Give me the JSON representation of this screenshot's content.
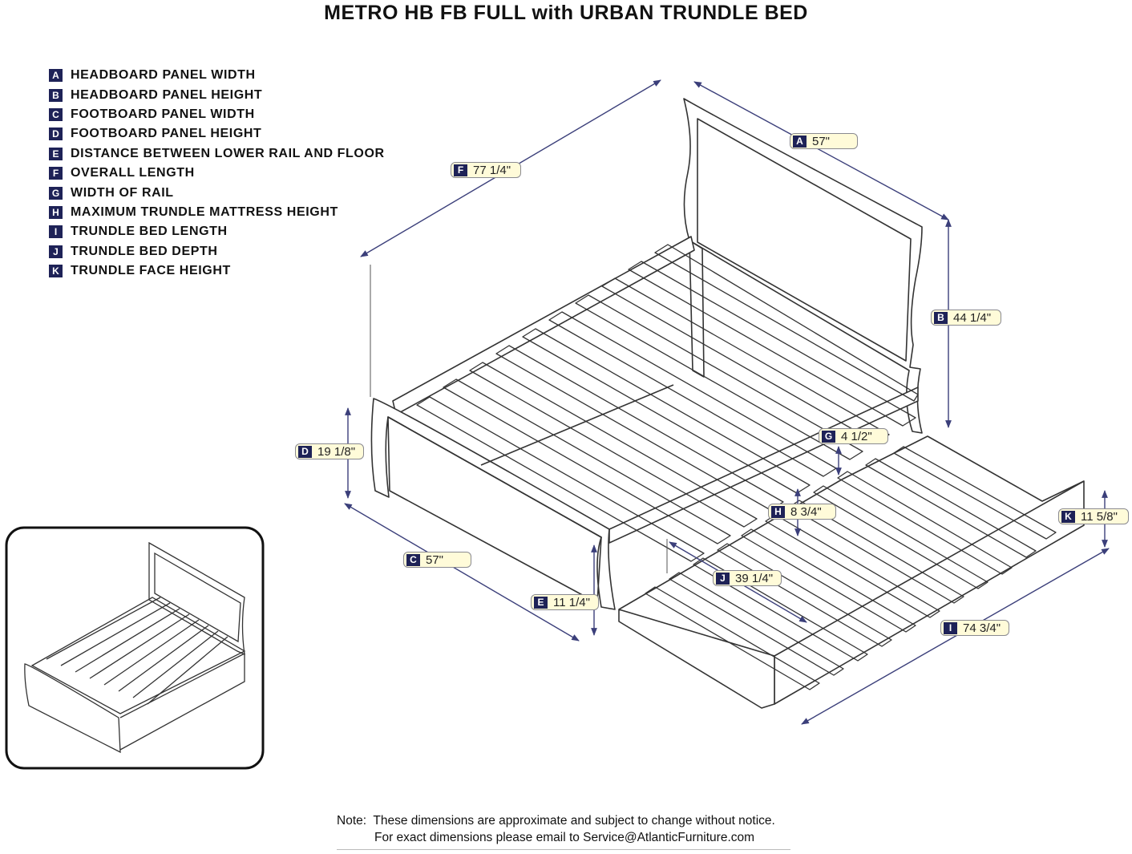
{
  "title": "METRO HB FB FULL with URBAN TRUNDLE BED",
  "legend": [
    {
      "letter": "A",
      "text": "HEADBOARD PANEL WIDTH"
    },
    {
      "letter": "B",
      "text": "HEADBOARD PANEL HEIGHT"
    },
    {
      "letter": "C",
      "text": "FOOTBOARD PANEL WIDTH"
    },
    {
      "letter": "D",
      "text": "FOOTBOARD PANEL HEIGHT"
    },
    {
      "letter": "E",
      "text": "DISTANCE BETWEEN LOWER RAIL AND FLOOR"
    },
    {
      "letter": "F",
      "text": "OVERALL LENGTH"
    },
    {
      "letter": "G",
      "text": "WIDTH OF RAIL"
    },
    {
      "letter": "H",
      "text": "MAXIMUM TRUNDLE MATTRESS HEIGHT"
    },
    {
      "letter": "I",
      "text": "TRUNDLE BED LENGTH"
    },
    {
      "letter": "J",
      "text": "TRUNDLE BED DEPTH"
    },
    {
      "letter": "K",
      "text": "TRUNDLE FACE HEIGHT"
    }
  ],
  "dimensions": {
    "A": {
      "letter": "A",
      "value": "57\""
    },
    "B": {
      "letter": "B",
      "value": "44 1/4\""
    },
    "C": {
      "letter": "C",
      "value": "57\""
    },
    "D": {
      "letter": "D",
      "value": "19 1/8\""
    },
    "E": {
      "letter": "E",
      "value": "11 1/4\""
    },
    "F": {
      "letter": "F",
      "value": "77 1/4\""
    },
    "G": {
      "letter": "G",
      "value": "4 1/2\""
    },
    "H": {
      "letter": "H",
      "value": "8 3/4\""
    },
    "I": {
      "letter": "I",
      "value": "74 3/4\""
    },
    "J": {
      "letter": "J",
      "value": "39 1/4\""
    },
    "K": {
      "letter": "K",
      "value": "11 5/8\""
    }
  },
  "note": {
    "line1": "Note:  These dimensions are approximate and subject to change without notice.",
    "line2": "For exact dimensions please email to Service@AtlanticFurniture.com"
  },
  "colors": {
    "badge": "#1e2257",
    "tag_fill": "#fffbd9",
    "dim_line": "#3b3f7a",
    "drawing": "#333333"
  }
}
